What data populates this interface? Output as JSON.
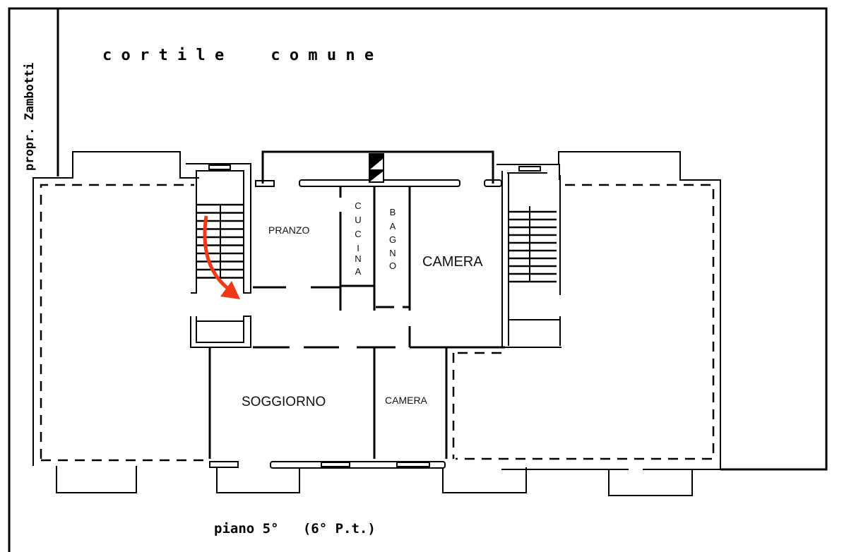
{
  "annotations": {
    "courtyard": "c o r t i l e     c o m u n e",
    "neighbor": "propr. Zambotti",
    "floor": "piano 5°   (6° P.t.)"
  },
  "rooms": {
    "pranzo": "PRANZO",
    "cucina": [
      "C",
      "U",
      "C",
      "I",
      "N",
      "A"
    ],
    "bagno": [
      "B",
      "A",
      "G",
      "N",
      "O"
    ],
    "camera_main": "CAMERA",
    "soggiorno": "SOGGIORNO",
    "camera_small": "CAMERA"
  },
  "colors": {
    "arrow": "#f03a17",
    "lines": "#000000"
  }
}
